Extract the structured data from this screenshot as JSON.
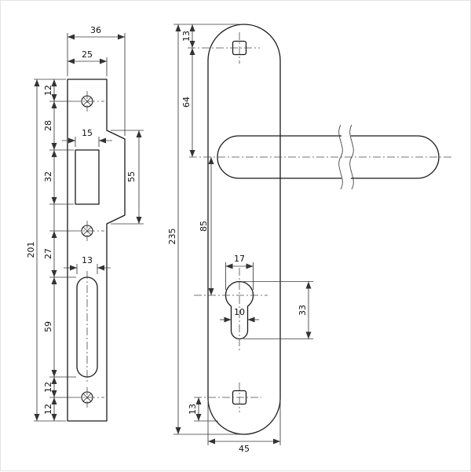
{
  "colors": {
    "line": "#1a1a1a",
    "dimension": "#333333",
    "background": "#ffffff"
  },
  "left_view": {
    "dims": {
      "overall_width": "36",
      "face_width": "25",
      "top_edge_to_hole": "12",
      "hole_to_cutout": "28",
      "cutout_width": "15",
      "cutout_height": "32",
      "lip_height": "55",
      "hole_to_slot": "27",
      "slot_width": "13",
      "slot_height": "59",
      "slot_to_hole": "12",
      "hole_to_bottom_edge": "12",
      "total_height": "201"
    }
  },
  "right_view": {
    "dims": {
      "top_edge_to_spindle": "13",
      "spindle_to_handle": "64",
      "total_height": "235",
      "handle_to_cylinder": "85",
      "cylinder_width": "17",
      "keyway_width": "10",
      "cylinder_height": "33",
      "square_to_bottom_edge": "13",
      "plate_width": "45"
    }
  }
}
